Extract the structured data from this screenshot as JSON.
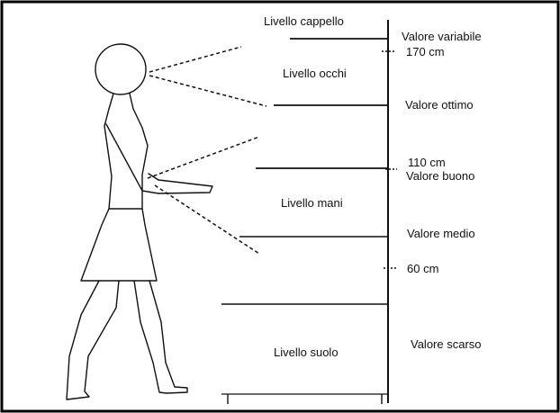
{
  "diagram": {
    "levels": {
      "hat": "Livello cappello",
      "eyes": "Livello occhi",
      "hands": "Livello mani",
      "floor": "Livello suolo"
    },
    "values": {
      "variable": "Valore variabile",
      "optimal": "Valore ottimo",
      "good": "Valore buono",
      "medium": "Valore medio",
      "poor": "Valore scarso"
    },
    "heights": {
      "h170": "170 cm",
      "h110": "110 cm",
      "h60": "60 cm"
    }
  },
  "colors": {
    "ink": "#111111",
    "frame": "#000000",
    "background": "#ffffff"
  }
}
